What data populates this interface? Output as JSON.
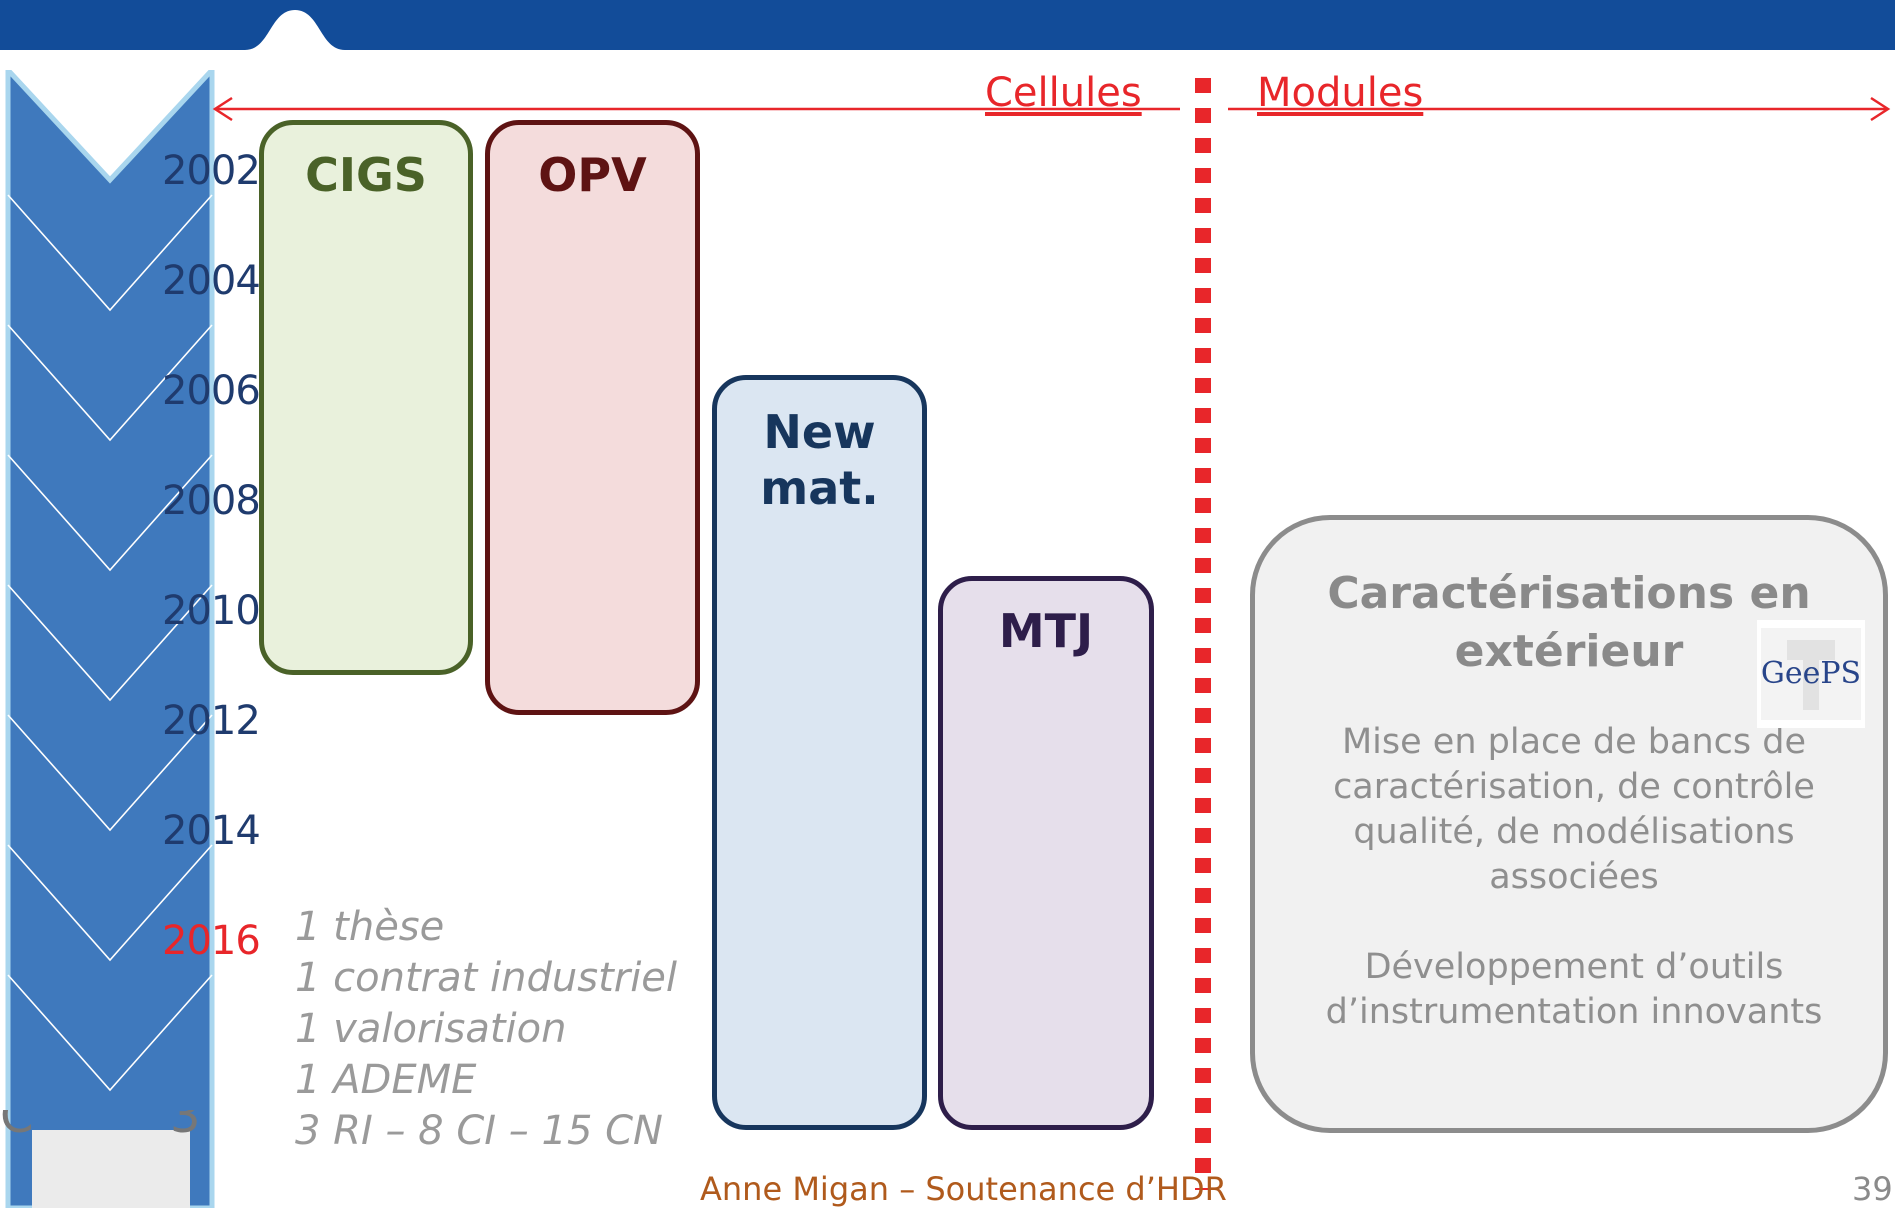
{
  "slide": {
    "cells_label": "Cellules",
    "modules_label": "Modules",
    "years": [
      {
        "label": "2002",
        "highlight": false
      },
      {
        "label": "2004",
        "highlight": false
      },
      {
        "label": "2006",
        "highlight": false
      },
      {
        "label": "2008",
        "highlight": false
      },
      {
        "label": "2010",
        "highlight": false
      },
      {
        "label": "2012",
        "highlight": false
      },
      {
        "label": "2014",
        "highlight": false
      },
      {
        "label": "2016",
        "highlight": true
      }
    ],
    "boxes": {
      "cigs": "CIGS",
      "opv": "OPV",
      "new_mat_line1": "New",
      "new_mat_line2": "mat.",
      "mtj": "MTJ"
    },
    "stats": [
      "1 thèse",
      "1 contrat industriel",
      "1 valorisation",
      "1  ADEME",
      "3 RI – 8 CI – 15 CN"
    ],
    "card": {
      "title_line1": "Caractérisations en",
      "title_line2": "extérieur",
      "body_p1": "Mise en place de bancs de caractérisation, de contrôle qualité, de modélisations associées",
      "body_p2": "Développement d’outils d’instrumentation innovants",
      "logo_text": "GeePS"
    },
    "footer": "Anne Migan – Soutenance d’HDR",
    "page_number": "39"
  },
  "colors": {
    "topbar": "#124c99",
    "timeline": "#3f79bd",
    "red": "#e8262a",
    "cigs_fill": "#e9f1dc",
    "cigs_border": "#4a6228",
    "opv_fill": "#f4dcdc",
    "opv_border": "#5e1313",
    "newmat_fill": "#dbe6f2",
    "newmat_border": "#17365d",
    "mtj_fill": "#e6dfeb",
    "mtj_border": "#2e1e4a"
  }
}
